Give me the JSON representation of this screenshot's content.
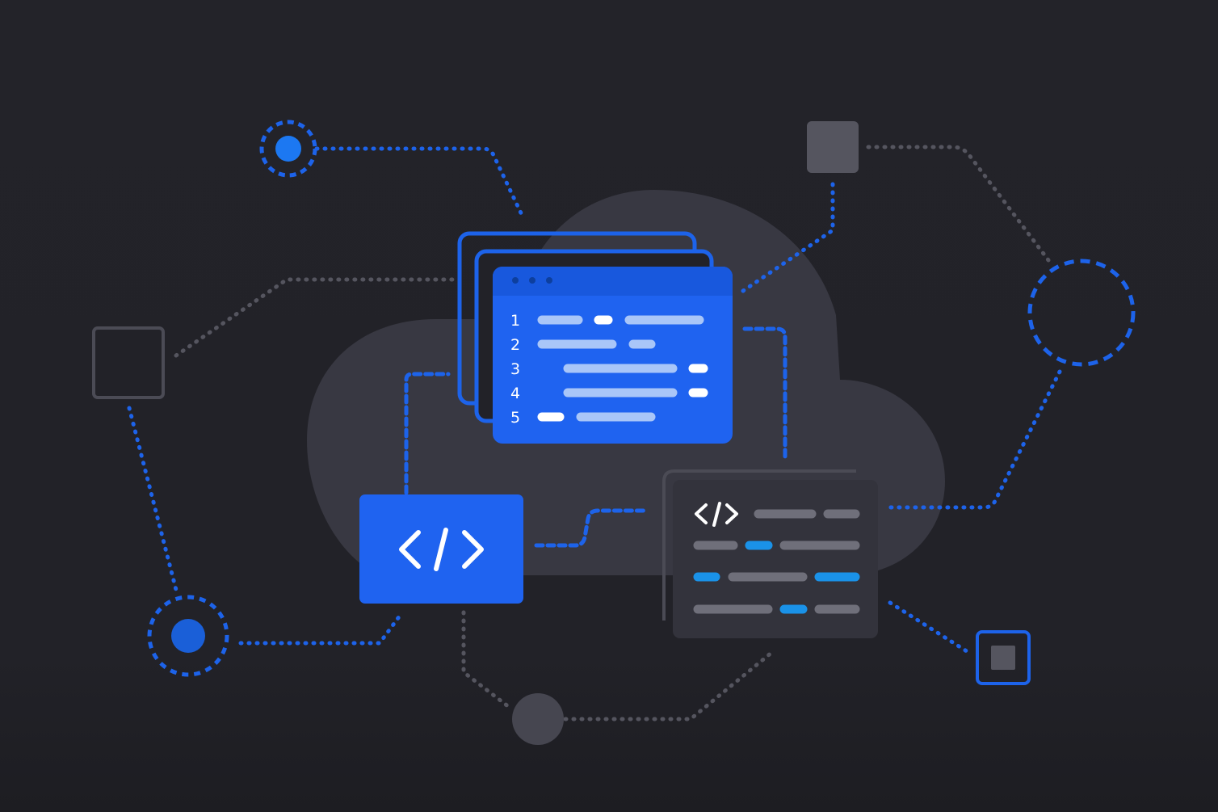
{
  "colors": {
    "background": "#222228",
    "cloud": "#3c3c47",
    "accent_blue": "#1d63ea",
    "editor_blue": "#1f63f0",
    "bright_blue": "#1c78f2",
    "cyan_token": "#1a92e8",
    "light_token": "#a9c6f8",
    "white_token": "#ffffff",
    "gray_token": "#6f6f7a",
    "gray_node": "#55555f",
    "gray_outline": "#4b4b55",
    "dark_panel": "#33333c"
  },
  "icons": {
    "top_left_node": "target-dot-icon",
    "bottom_left_node": "target-dot-icon",
    "top_right_node": "square-icon",
    "left_node": "square-outline-icon",
    "right_node": "dashed-circle-icon",
    "bottom_right_node": "square-in-square-icon",
    "bottom_node": "circle-icon",
    "code_tile": "code-brackets-icon",
    "panel_code": "code-brackets-icon"
  },
  "code_editor": {
    "line_numbers": [
      "1",
      "2",
      "3",
      "4",
      "5"
    ]
  }
}
